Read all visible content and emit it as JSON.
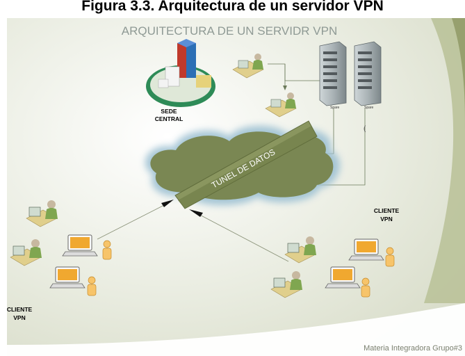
{
  "caption": "Figura 3.3. Arquitectura de un servidor VPN",
  "diagram": {
    "title": "ARQUITECTURA DE UN SERVIDR VPN",
    "hq_label_line1": "SEDE",
    "hq_label_line2": "CENTRAL",
    "tunnel_label": "TUNEL DE DATOS",
    "server_label_1": "Spare",
    "server_label_2": "Spare",
    "client_right_line1": "CLIENTE",
    "client_right_line2": "VPN",
    "client_left_line1": "CLIENTE",
    "client_left_line2": "VPN",
    "footer": "Materia Integradora Grupo#3"
  },
  "colors": {
    "background": "#e6e9da",
    "title_gray": "#8f9a95",
    "cloud": "#7a8753",
    "cloud_glow": "#9ec1d3",
    "tunnel": "#7e8a55",
    "laptop_screen": "#f0a830",
    "user_yellow": "#f7c46a"
  }
}
